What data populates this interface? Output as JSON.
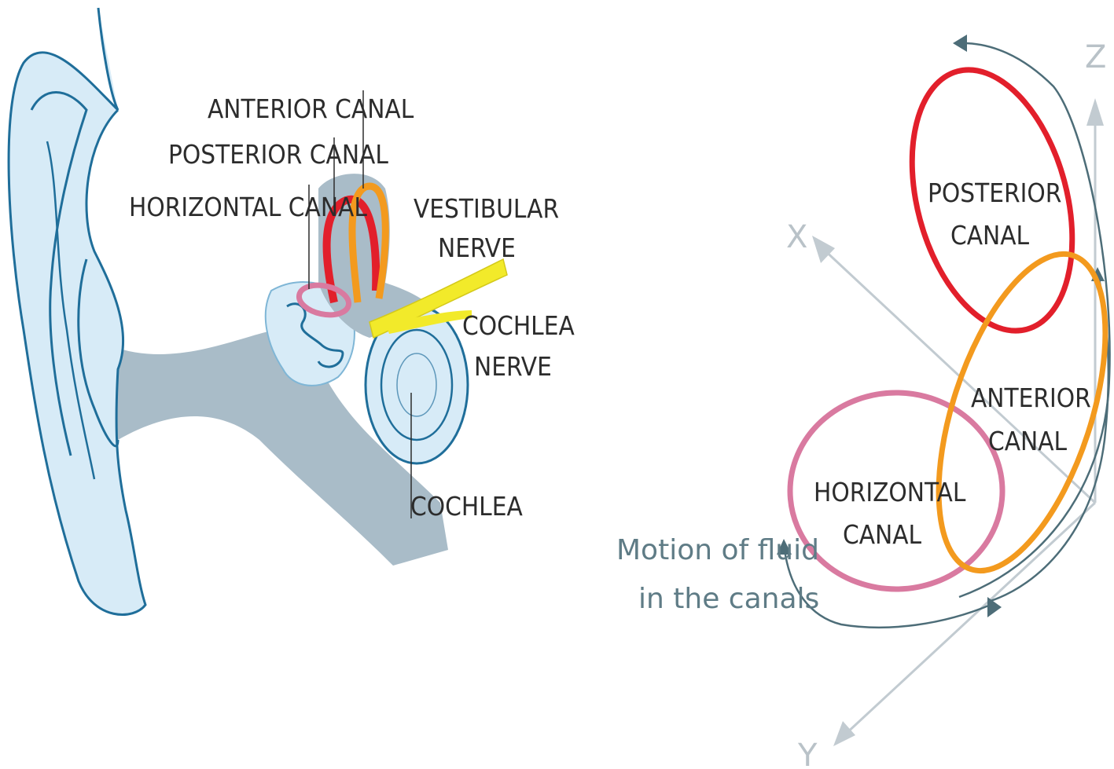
{
  "colors": {
    "ear_fill": "#d7ebf7",
    "ear_outline": "#1f6e9a",
    "canal_grey": "#a9bcc8",
    "posterior_red": "#e21f2b",
    "anterior_orange": "#f39a1e",
    "horizontal_pink": "#d97aa0",
    "nerve_yellow": "#f2ea2a",
    "axis_grey": "#c2cbd1",
    "motion_teal": "#4d6d78"
  },
  "ear_labels": {
    "anterior_canal": "ANTERIOR CANAL",
    "posterior_canal": "POSTERIOR CANAL",
    "horizontal_canal": "HORIZONTAL CANAL",
    "vestibular_nerve_line1": "VESTIBULAR",
    "vestibular_nerve_line2": "NERVE",
    "cochlea_nerve_line1": "COCHLEA",
    "cochlea_nerve_line2": "NERVE",
    "cochlea": "COCHLEA"
  },
  "canals_diagram": {
    "posterior_line1": "POSTERIOR",
    "posterior_line2": "CANAL",
    "anterior_line1": "ANTERIOR",
    "anterior_line2": "CANAL",
    "horizontal_line1": "HORIZONTAL",
    "horizontal_line2": "CANAL",
    "axis_x": "X",
    "axis_y": "Y",
    "axis_z": "Z",
    "motion_line1": "Motion of fluid",
    "motion_line2": "in the canals"
  }
}
